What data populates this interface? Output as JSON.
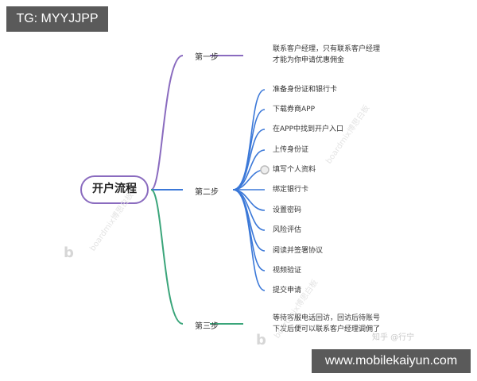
{
  "badges": {
    "top_left": "TG: MYYJJPP",
    "bottom_right": "www.mobilekaiyun.com"
  },
  "mindmap": {
    "root": "开户流程",
    "colors": {
      "root_border": "#8a6bbf",
      "step1": "#8a6bbf",
      "step2": "#3b78d8",
      "step3": "#3aa57a",
      "badge_bg": "#5a5a5a"
    },
    "steps": [
      {
        "label": "第一步",
        "items": [
          "联系客户经理，只有联系客户经理",
          "才能为你申请优惠佣金"
        ]
      },
      {
        "label": "第二步",
        "items": [
          "准备身份证和银行卡",
          "下载券商APP",
          "在APP中找到开户入口",
          "上传身份证",
          "填写个人资料",
          "绑定银行卡",
          "设置密码",
          "风险评估",
          "阅读并签署协议",
          "视频验证",
          "提交申请"
        ]
      },
      {
        "label": "第三步",
        "items": [
          "等待客服电话回访，回访后待账号",
          "下发后便可以联系客户经理调佣了"
        ]
      }
    ]
  },
  "watermarks": {
    "brand": "boardmix博思白板",
    "logo": "b",
    "zhihu": "知乎 @行宁"
  }
}
